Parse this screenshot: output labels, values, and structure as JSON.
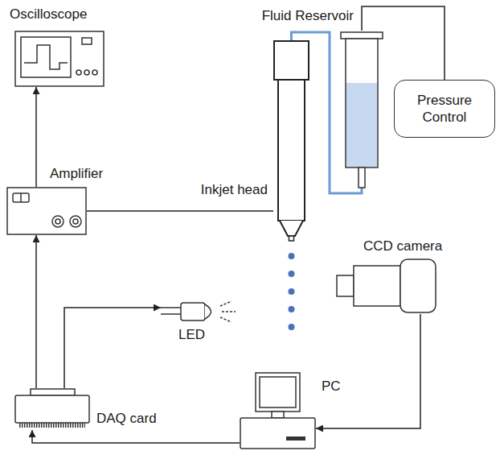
{
  "diagram": {
    "nodes": [
      {
        "text": [
          "Oscilloscope"
        ]
      },
      {
        "text": [
          "Fluid Reservoir"
        ]
      },
      {
        "text": [
          "Pressure Control"
        ]
      },
      {
        "text": [
          "Inkjet head"
        ]
      },
      {
        "text": [
          "Amplifier"
        ]
      },
      {
        "text": [
          "LED"
        ]
      },
      {
        "text": [
          "CCD camera"
        ]
      },
      {
        "text": [
          "DAQ card"
        ]
      },
      {
        "text": [
          "PC"
        ]
      }
    ],
    "edges": [
      {
        "from": 2,
        "to": 1,
        "arrow": "none"
      },
      {
        "from": 1,
        "to": 3,
        "arrow": "none"
      },
      {
        "from": 4,
        "to": 0,
        "arrow": "to"
      },
      {
        "from": 4,
        "to": 3,
        "arrow": "none"
      },
      {
        "from": 7,
        "to": 4,
        "arrow": "to"
      },
      {
        "from": 7,
        "to": 5,
        "arrow": "to"
      },
      {
        "from": 8,
        "to": 7,
        "arrow": "to"
      },
      {
        "from": 6,
        "to": 8,
        "arrow": "to"
      }
    ]
  }
}
